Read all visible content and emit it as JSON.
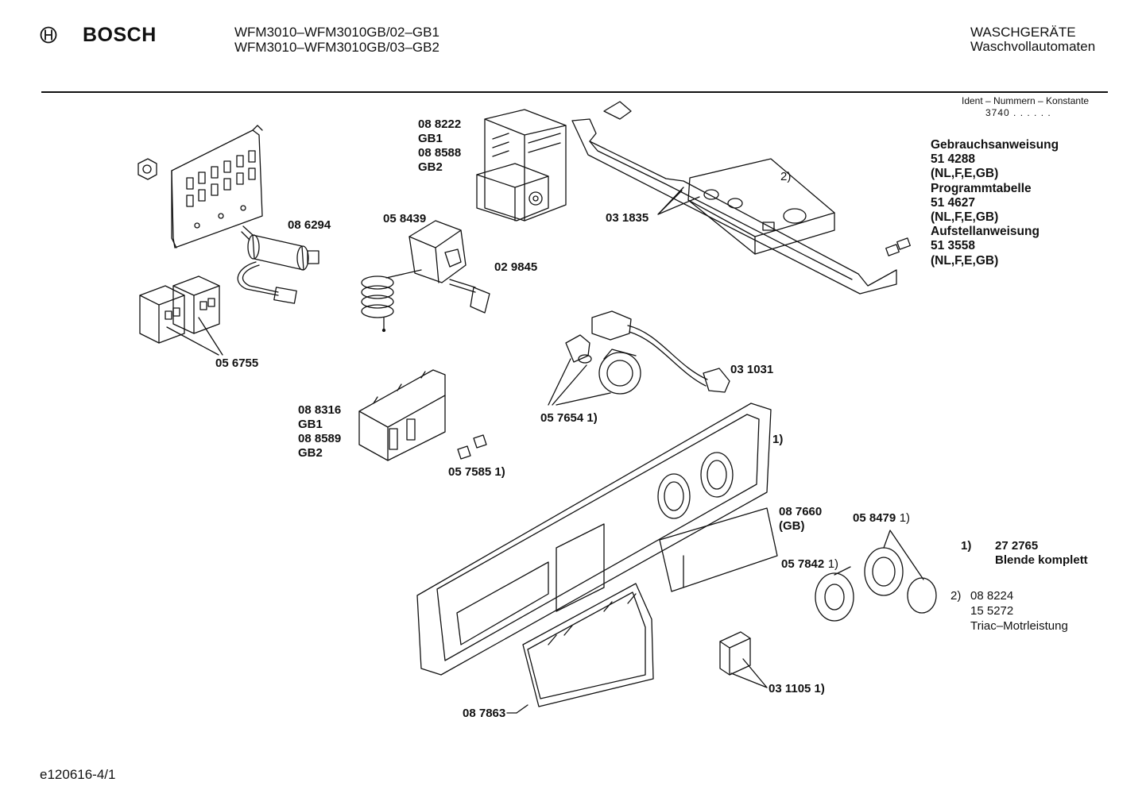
{
  "header": {
    "brand": "BOSCH",
    "models": [
      "WFM3010–WFM3010GB/02–GB1",
      "WFM3010–WFM3010GB/03–GB2"
    ],
    "category": "WASCHGERÄTE",
    "subcategory": "Waschvollautomaten"
  },
  "ident": {
    "label": "Ident – Nummern – Konstante",
    "value": "3740 . . . . . ."
  },
  "documents": [
    "Gebrauchsanweisung",
    "51 4288",
    "(NL,F,E,GB)",
    "Programmtabelle",
    "51 4627",
    "(NL,F,E,GB)",
    "Aufstellanweisung",
    "51 3558",
    "(NL,F,E,GB)"
  ],
  "parts": {
    "p086294": "08 6294",
    "p056755": "05 6755",
    "p088222": [
      "08 8222",
      "GB1",
      "08 8588",
      "GB2"
    ],
    "p058439": "05 8439",
    "p029845": "02 9845",
    "p031835": "03 1835",
    "note2_marker": "2)",
    "p031031": "03 1031",
    "p057654": "05 7654 1)",
    "p088316": [
      "08 8316",
      "GB1",
      "08 8589",
      "GB2"
    ],
    "p057585": "05 7585 1)",
    "note1_marker": "1)",
    "p087660": [
      "08 7660",
      "(GB)"
    ],
    "p058479": "05 8479",
    "p058479_note": "1)",
    "p057842": "05 7842",
    "p057842_note": "1)",
    "p031105": "03 1105 1)",
    "p087863": "08 7863"
  },
  "notes": {
    "n1_marker": "1)",
    "n1_number": "27 2765",
    "n1_text": "Blende komplett",
    "n2_marker": "2)",
    "n2_lines": [
      "08 8224",
      "15 5272",
      "Triac–Motrleistung"
    ]
  },
  "footer": {
    "code": "e120616-4/1"
  }
}
